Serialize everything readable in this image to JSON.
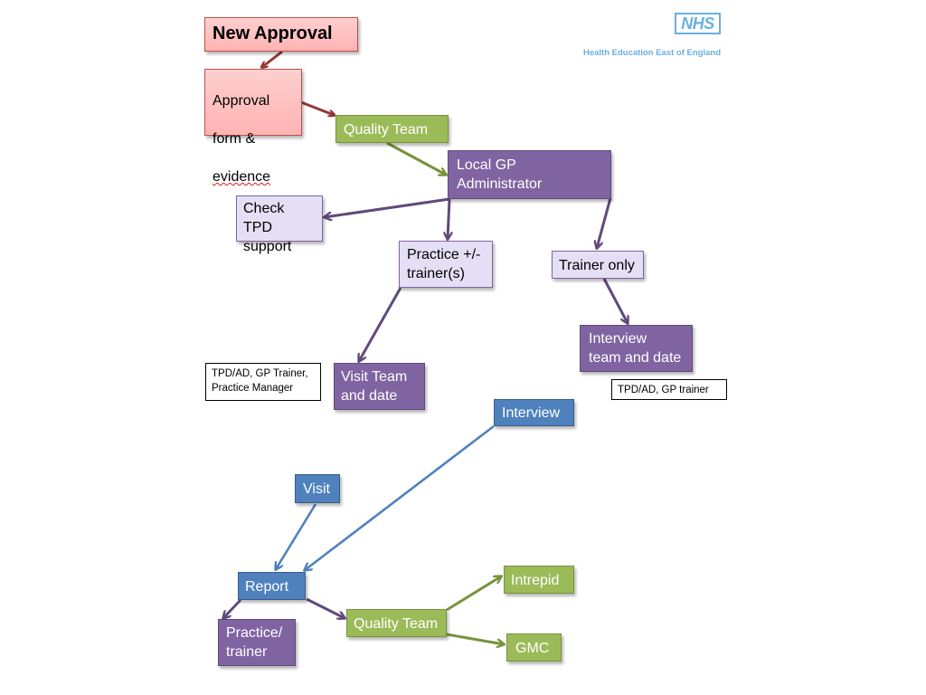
{
  "logo": {
    "nhs_text": "NHS",
    "organisation": "Health Education East of England"
  },
  "nodes": {
    "new_approval": "New Approval",
    "approval_form_lines": [
      "Approval",
      "form &",
      "evidence"
    ],
    "quality_team_top": "Quality Team",
    "local_gp_admin": "Local GP\nAdministrator",
    "check_tpd": "Check TPD\nsupport",
    "practice_trainers": "Practice +/-\ntrainer(s)",
    "trainer_only": "Trainer only",
    "interview_team": "Interview\nteam and date",
    "visit_team": "Visit Team\nand date",
    "interview": "Interview",
    "visit": "Visit",
    "report": "Report",
    "practice_trainer": "Practice/\ntrainer",
    "quality_team_bottom": "Quality Team",
    "intrepid": "Intrepid",
    "gmc": "GMC"
  },
  "notes": {
    "visit_attendees": "TPD/AD, GP Trainer,\nPractice Manager",
    "interview_attendees": "TPD/AD, GP trainer"
  },
  "colors": {
    "pink_fill": "#ffc2c2",
    "pink_arrow": "#953735",
    "green_fill": "#9bbb59",
    "purple_fill": "#8064a2",
    "lilac_fill": "#e5dff5",
    "blue_fill": "#4f81bd",
    "nhs_blue": "#6ab0e0"
  }
}
